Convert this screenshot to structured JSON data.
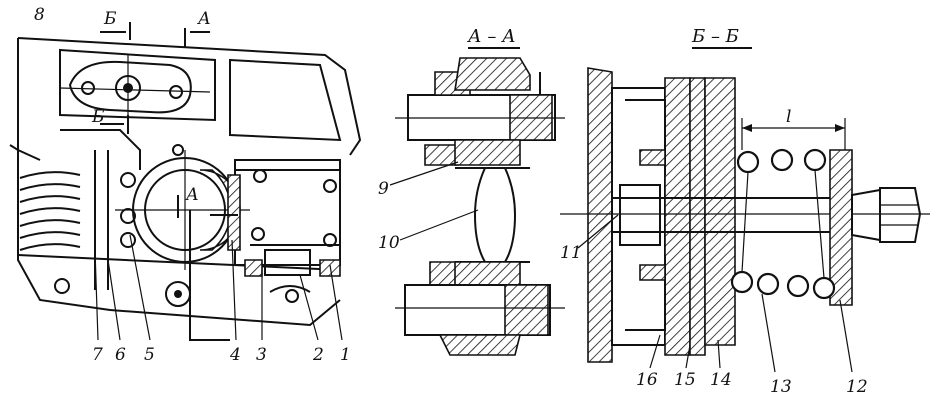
{
  "section_titles": {
    "aa": "А – А",
    "bb": "Б – Б"
  },
  "section_marks": {
    "a_top": "А",
    "b_top": "Б",
    "b_mid": "Б",
    "a_mid": "А"
  },
  "corner_label": "8",
  "dimension_label": "l",
  "part_numbers": {
    "p1": "1",
    "p2": "2",
    "p3": "3",
    "p4": "4",
    "p5": "5",
    "p6": "6",
    "p7": "7",
    "p9": "9",
    "p10": "10",
    "p11": "11",
    "p12": "12",
    "p13": "13",
    "p14": "14",
    "p15": "15",
    "p16": "16"
  },
  "colors": {
    "ink": "#111111",
    "paper": "#ffffff"
  }
}
